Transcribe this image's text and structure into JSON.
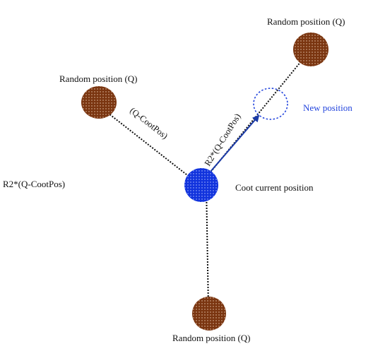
{
  "labels": {
    "top_right": "Random position (Q)",
    "top_left": "Random position (Q)",
    "bottom": "Random position (Q)",
    "coot_current": "Coot current position",
    "new_position": "New position",
    "left_formula": "R2*(Q-CootPos)",
    "vector_left": "(Q-CootPos)",
    "vector_right": "R2*(Q-CootPos)"
  },
  "colors": {
    "random_node": "#7a3510",
    "coot_node": "#1133dd",
    "new_position": "#2244dd",
    "arrow": "#1a3aa8",
    "dotted_line": "#111111"
  }
}
